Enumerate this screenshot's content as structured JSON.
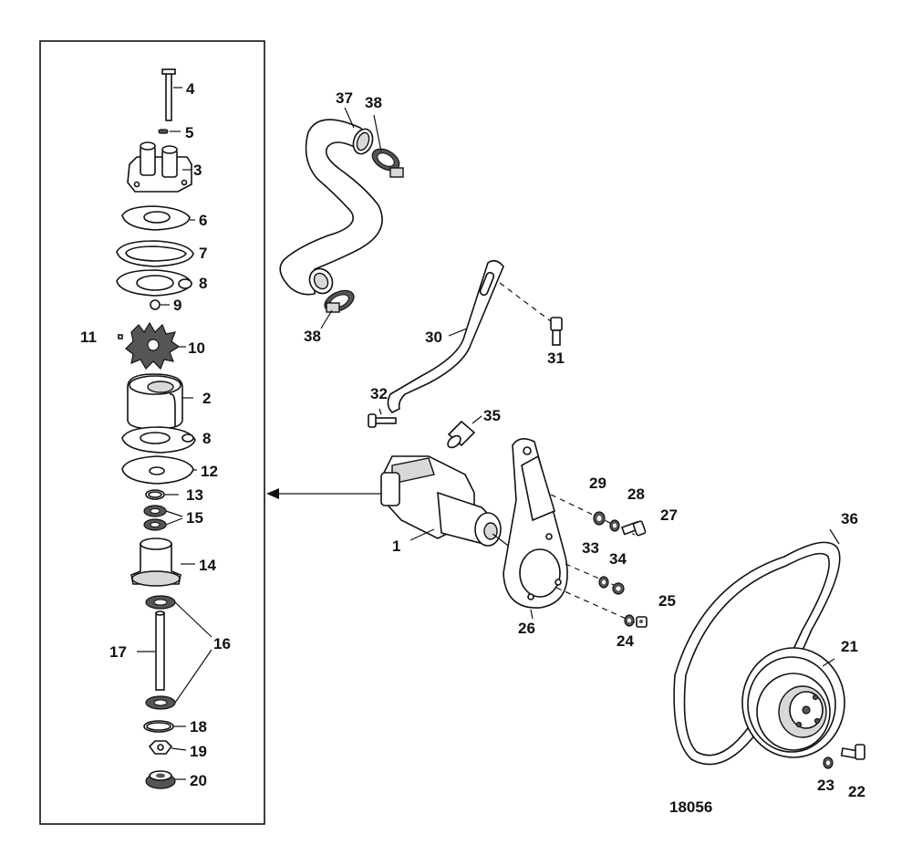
{
  "diagram": {
    "reference_number": "18056",
    "callouts": [
      {
        "id": "c1",
        "text": "1"
      },
      {
        "id": "c2",
        "text": "2"
      },
      {
        "id": "c3",
        "text": "3"
      },
      {
        "id": "c4",
        "text": "4"
      },
      {
        "id": "c5",
        "text": "5"
      },
      {
        "id": "c6",
        "text": "6"
      },
      {
        "id": "c7",
        "text": "7"
      },
      {
        "id": "c8a",
        "text": "8"
      },
      {
        "id": "c8b",
        "text": "8"
      },
      {
        "id": "c9",
        "text": "9"
      },
      {
        "id": "c10",
        "text": "10"
      },
      {
        "id": "c11",
        "text": "11"
      },
      {
        "id": "c12",
        "text": "12"
      },
      {
        "id": "c13",
        "text": "13"
      },
      {
        "id": "c14",
        "text": "14"
      },
      {
        "id": "c15",
        "text": "15"
      },
      {
        "id": "c16",
        "text": "16"
      },
      {
        "id": "c17",
        "text": "17"
      },
      {
        "id": "c18",
        "text": "18"
      },
      {
        "id": "c19",
        "text": "19"
      },
      {
        "id": "c20",
        "text": "20"
      },
      {
        "id": "c21",
        "text": "21"
      },
      {
        "id": "c22",
        "text": "22"
      },
      {
        "id": "c23",
        "text": "23"
      },
      {
        "id": "c24",
        "text": "24"
      },
      {
        "id": "c25",
        "text": "25"
      },
      {
        "id": "c26",
        "text": "26"
      },
      {
        "id": "c27",
        "text": "27"
      },
      {
        "id": "c28",
        "text": "28"
      },
      {
        "id": "c29",
        "text": "29"
      },
      {
        "id": "c30",
        "text": "30"
      },
      {
        "id": "c31",
        "text": "31"
      },
      {
        "id": "c32",
        "text": "32"
      },
      {
        "id": "c33",
        "text": "33"
      },
      {
        "id": "c34",
        "text": "34"
      },
      {
        "id": "c35",
        "text": "35"
      },
      {
        "id": "c36",
        "text": "36"
      },
      {
        "id": "c37",
        "text": "37"
      },
      {
        "id": "c38a",
        "text": "38"
      },
      {
        "id": "c38b",
        "text": "38"
      }
    ]
  }
}
